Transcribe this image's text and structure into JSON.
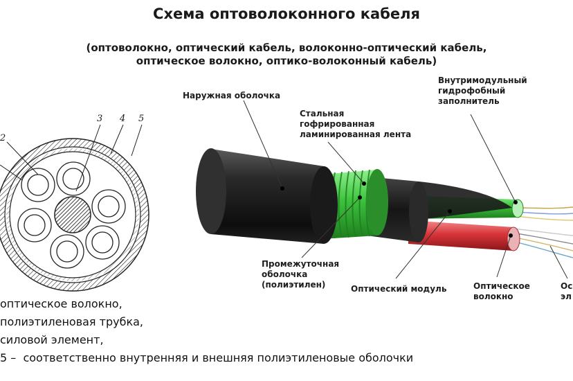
{
  "header": {
    "title": "Схема оптоволоконного кабеля",
    "subtitle_line1": "(оптоволокно, оптический кабель, волоконно-оптический кабель,",
    "subtitle_line2": "оптическое волокно, оптико-волоконный кабель)"
  },
  "cross_section": {
    "numbers": [
      "2",
      "3",
      "4",
      "5"
    ]
  },
  "legend": {
    "line1": "оптическое волокно,",
    "line2": "полиэтиленовая трубка,",
    "line3": "силовой элемент,",
    "line4": "5 –  соответственно внутренняя и внешняя полиэтиленовые оболочки"
  },
  "callouts": {
    "outer_sheath": "Наружная оболочка",
    "steel_tape": "Стальная\nгофрированная\nламинированная лента",
    "filler": "Внутримодульный\nгидрофобный\nзаполнитель",
    "intermediate": "Промежуточная\nоболочка\n(полиэтилен)",
    "optical_module": "Оптический модуль",
    "optical_fiber": "Оптическое\nволокно",
    "cut_off": "Ос\nэл"
  },
  "colors": {
    "jacket": "#1c1c1c",
    "tape_green": "#3cc23c",
    "module_green": "#35b835",
    "module_red": "#d8353a"
  }
}
